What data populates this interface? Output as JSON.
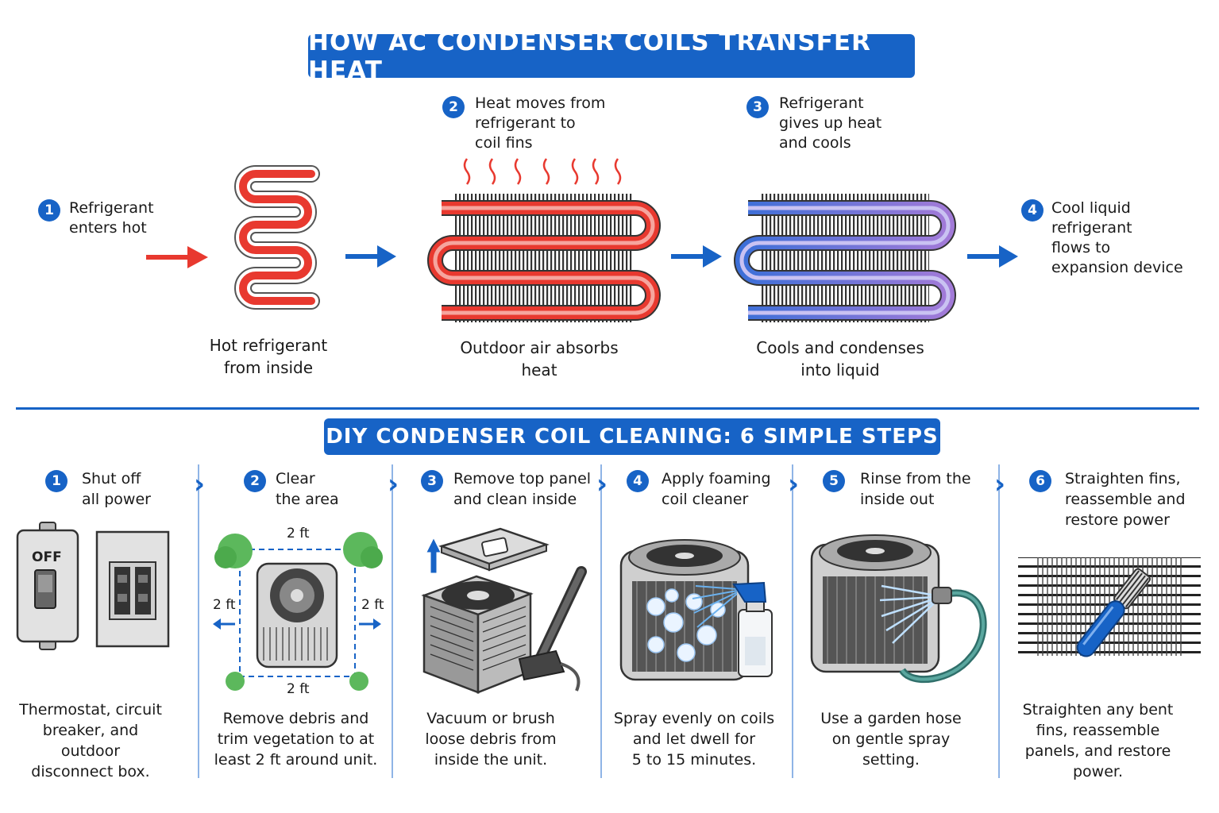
{
  "top_banner": "HOW AC CONDENSER COILS TRANSFER HEAT",
  "bottom_banner": "DIY CONDENSER COIL CLEANING: 6 SIMPLE STEPS",
  "heat_transfer": {
    "step1": {
      "number": "1",
      "label": "Refrigerant\nenters hot",
      "caption": "Hot refrigerant\nfrom inside"
    },
    "step2": {
      "number": "2",
      "label": "Heat moves from\nrefrigerant to\ncoil fins",
      "caption": "Outdoor air absorbs\nheat"
    },
    "step3": {
      "number": "3",
      "label": "Refrigerant\ngives up heat\nand cools",
      "caption": "Cools and condenses\ninto liquid"
    },
    "step4": {
      "number": "4",
      "label": "Cool liquid\nrefrigerant\nflows to\nexpansion device"
    }
  },
  "cleaning_steps": [
    {
      "number": "1",
      "title": "Shut off\nall power",
      "caption": "Thermostat, circuit\nbreaker, and outdoor\ndisconnect box.",
      "switch_label": "OFF"
    },
    {
      "number": "2",
      "title": "Clear\nthe area",
      "caption": "Remove debris and\ntrim vegetation to at\nleast 2 ft around unit.",
      "distance": "2 ft"
    },
    {
      "number": "3",
      "title": "Remove top panel\nand clean inside",
      "caption": "Vacuum or brush\nloose debris from\ninside the unit."
    },
    {
      "number": "4",
      "title": "Apply foaming\ncoil cleaner",
      "caption": "Spray evenly on coils\nand let dwell for\n5 to 15 minutes."
    },
    {
      "number": "5",
      "title": "Rinse from the\ninside out",
      "caption": "Use a garden hose\non gentle spray\nsetting."
    },
    {
      "number": "6",
      "title": "Straighten fins,\nreassemble and\nrestore power",
      "caption": "Straighten any bent\nfins, reassemble\npanels, and restore\npower."
    }
  ],
  "colors": {
    "brand_blue": "#1763c6",
    "hot_red": "#e8392f",
    "cool_purple": "#7b6ad6",
    "divider": "#8fb4e6"
  }
}
